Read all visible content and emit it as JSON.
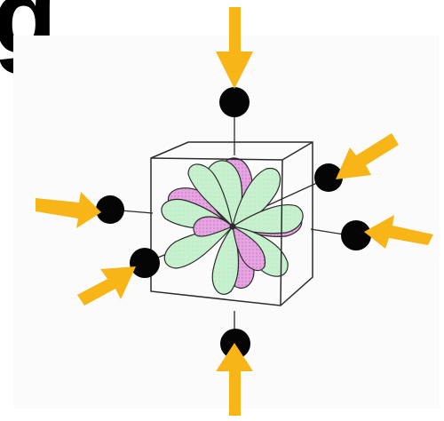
{
  "caption_letter": "g",
  "colors": {
    "arrow": "#f7b518",
    "ligand": "#050505",
    "lobe_green": "#c7f0cf",
    "lobe_pink": "#e7a4e2",
    "outline": "#2b2b2b",
    "background": "#ffffff"
  },
  "icons": [
    "arrow-icon",
    "ligand-sphere",
    "d-orbital-lobe",
    "cube-frame"
  ]
}
